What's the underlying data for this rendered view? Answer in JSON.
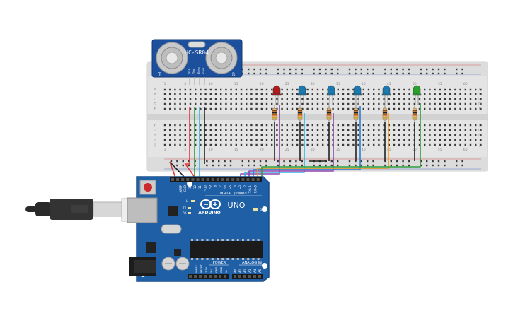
{
  "sensor": {
    "label": "HC-SR04",
    "pin_labels": [
      "VCC",
      "Trig",
      "Echo",
      "GND"
    ],
    "mark_t": "T",
    "mark_r": "R"
  },
  "breadcrumb": "",
  "breadboard": {
    "col_numbers": [
      "1",
      "5",
      "10",
      "15",
      "20",
      "25",
      "30",
      "35",
      "40",
      "45",
      "50",
      "55",
      "60"
    ],
    "row_letters_top": [
      "A",
      "B",
      "C",
      "D",
      "E"
    ],
    "row_letters_bottom": [
      "F",
      "G",
      "H",
      "I",
      "J"
    ]
  },
  "leds": [
    {
      "color": "#b01c1c"
    },
    {
      "color": "#1a7ab0"
    },
    {
      "color": "#1a7ab0"
    },
    {
      "color": "#1a7ab0"
    },
    {
      "color": "#1a7ab0"
    },
    {
      "color": "#2aa02a"
    }
  ],
  "arduino": {
    "brand": "ARDUINO",
    "model": "UNO",
    "digital_label": "DIGITAL (PWM~)",
    "power_label": "POWER",
    "analog_label": "ANALOG IN",
    "on_label": "ON",
    "tx_label": "TX",
    "rx_label": "RX",
    "l_label": "L",
    "aref": "AREF",
    "gnd": "GND",
    "digital_pins": [
      "13",
      "12",
      "~11",
      "~10",
      "~9",
      "8",
      "7",
      "~6",
      "~5",
      "4",
      "~3",
      "2",
      "TX>1",
      "RX<0"
    ],
    "power_pins": [
      "IOREF",
      "RESET",
      "3.3V",
      "5V",
      "GND",
      "GND",
      "Vin"
    ],
    "analog_pins": [
      "A0",
      "A1",
      "A2",
      "A3",
      "A4",
      "A5"
    ]
  },
  "colors": {
    "board": "#1f5fa6",
    "board_dark": "#184b85",
    "breadboard": "#e4e4e4",
    "wire_red": "#e53935",
    "wire_green": "#2e9e3a",
    "wire_blue": "#2b7fd4",
    "wire_cyan": "#33b5e5",
    "wire_purple": "#8e44ad",
    "wire_orange": "#f39c12",
    "wire_black": "#222222"
  }
}
